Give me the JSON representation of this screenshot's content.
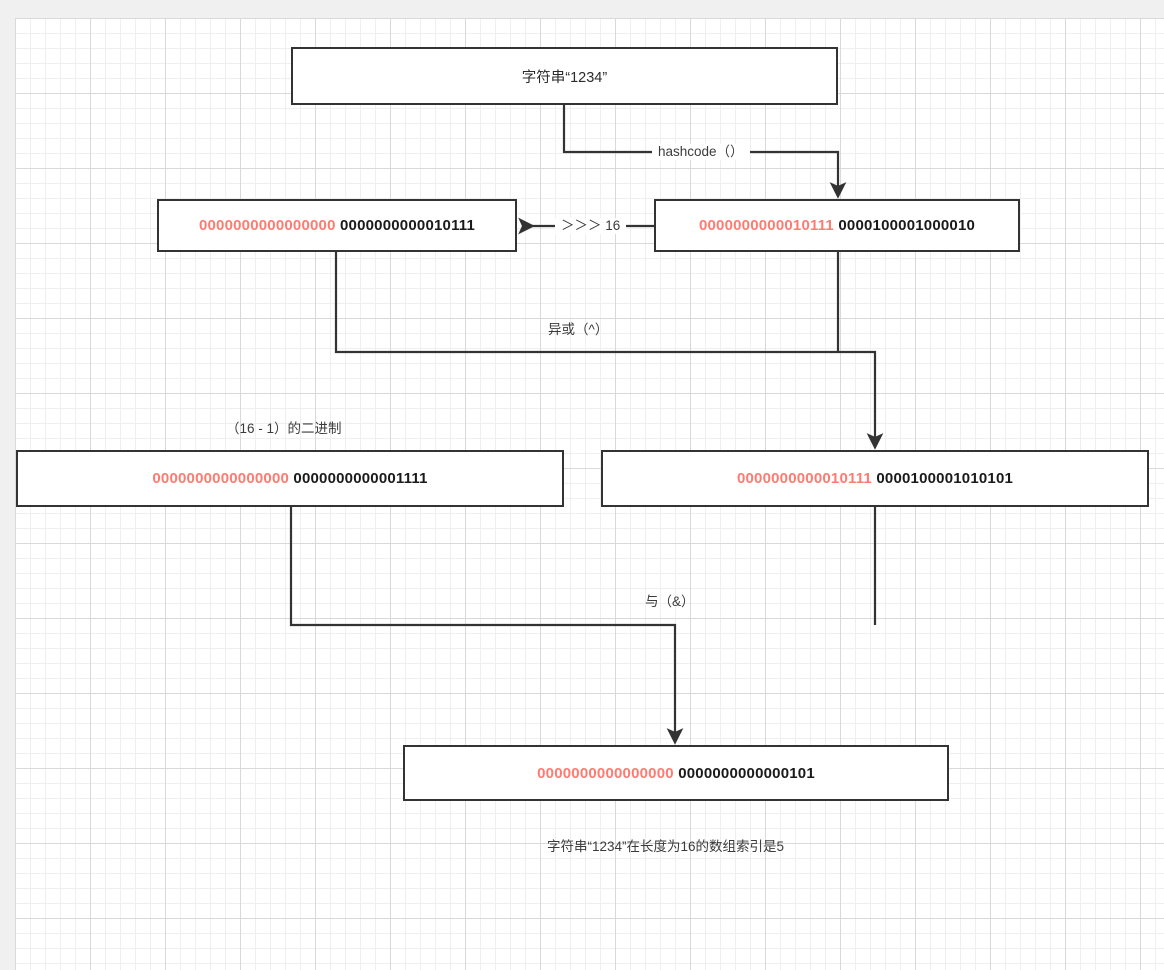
{
  "diagram": {
    "title": "HashMap hash index calculation",
    "accent_color": "#ff7b72",
    "line_color": "#333333",
    "nodes": {
      "input": {
        "text": "字符串“1234”"
      },
      "shifted": {
        "high": "0000000000000000",
        "low": "0000000000010111"
      },
      "hash": {
        "high": "0000000000010111",
        "low": "0000100001000010"
      },
      "mask": {
        "high": "0000000000000000",
        "low": "0000000000001111"
      },
      "xor": {
        "high": "0000000000010111",
        "low": "0000100001010101"
      },
      "result": {
        "high": "0000000000000000",
        "low": "0000000000000101"
      }
    },
    "labels": {
      "hashcode": "hashcode（）",
      "shift": "＞＞＞ 16",
      "xor": "异或（^）",
      "and": "与（&）",
      "mask_note": "（16 - 1）的二进制",
      "caption": "字符串“1234”在长度为16的数组索引是5"
    }
  }
}
